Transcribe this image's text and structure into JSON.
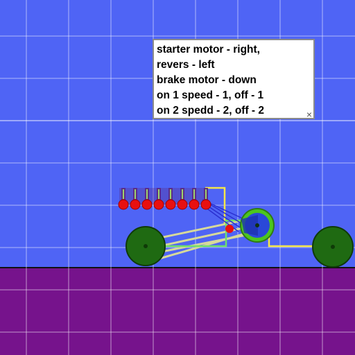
{
  "instructions": {
    "lines": [
      "starter motor - right,",
      "revers - left",
      "brake motor - down",
      "on 1 speed - 1, off - 1",
      "on 2 spedd - 2, off - 2"
    ],
    "close_icon": "×"
  },
  "colors": {
    "sky": "#4f64f5",
    "ground": "#76138c",
    "grid": "#ffffff",
    "wheel": "#1f6a12",
    "wheel_outline": "#0f3a08",
    "lever_knob": "#e81010",
    "lever_stem": "#5a2e8a",
    "wire": "#f5e64a",
    "rod": "#d7d99a",
    "strut": "#6fe06a",
    "gear": "#2a48d8",
    "gear_ring": "#4cc61e"
  }
}
